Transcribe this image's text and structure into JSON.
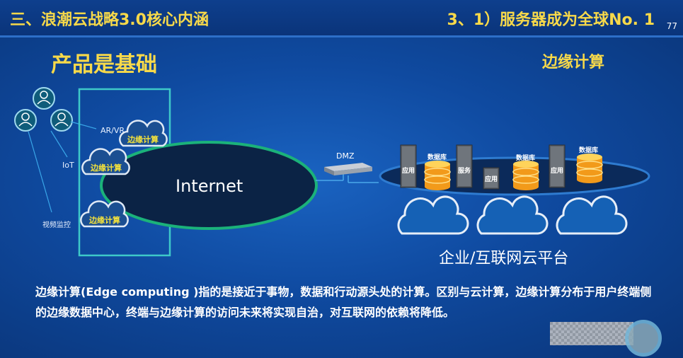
{
  "header": {
    "left_title": "三、浪潮云战略3.0核心内涵",
    "right_title": "3、1）服务器成为全球No. 1",
    "page_number": "77"
  },
  "subtitle": "产品是基础",
  "section_title": "边缘计算",
  "diagram": {
    "devices": [
      "AR/VR",
      "IoT",
      "视频监控"
    ],
    "edge_cloud_label": "边缘计算",
    "internet_label": "Internet",
    "dmz_label": "DMZ",
    "platform_label": "企业/互联网云平台",
    "server_labels": [
      "应用",
      "服务",
      "应用",
      "应用"
    ],
    "db_labels": [
      "数据库",
      "数据库",
      "数据库"
    ]
  },
  "description": "边缘计算(Edge computing )指的是接近于事物，数据和行动源头处的计算。区别与云计算，边缘计算分布于用户终端侧的边缘数据中心，终端与边缘计算的访问未来将实现自治，对互联网的依赖将降低。",
  "colors": {
    "accent": "#f7d94a",
    "background": "#0f4aa0",
    "frame": "#3ec9c9"
  }
}
